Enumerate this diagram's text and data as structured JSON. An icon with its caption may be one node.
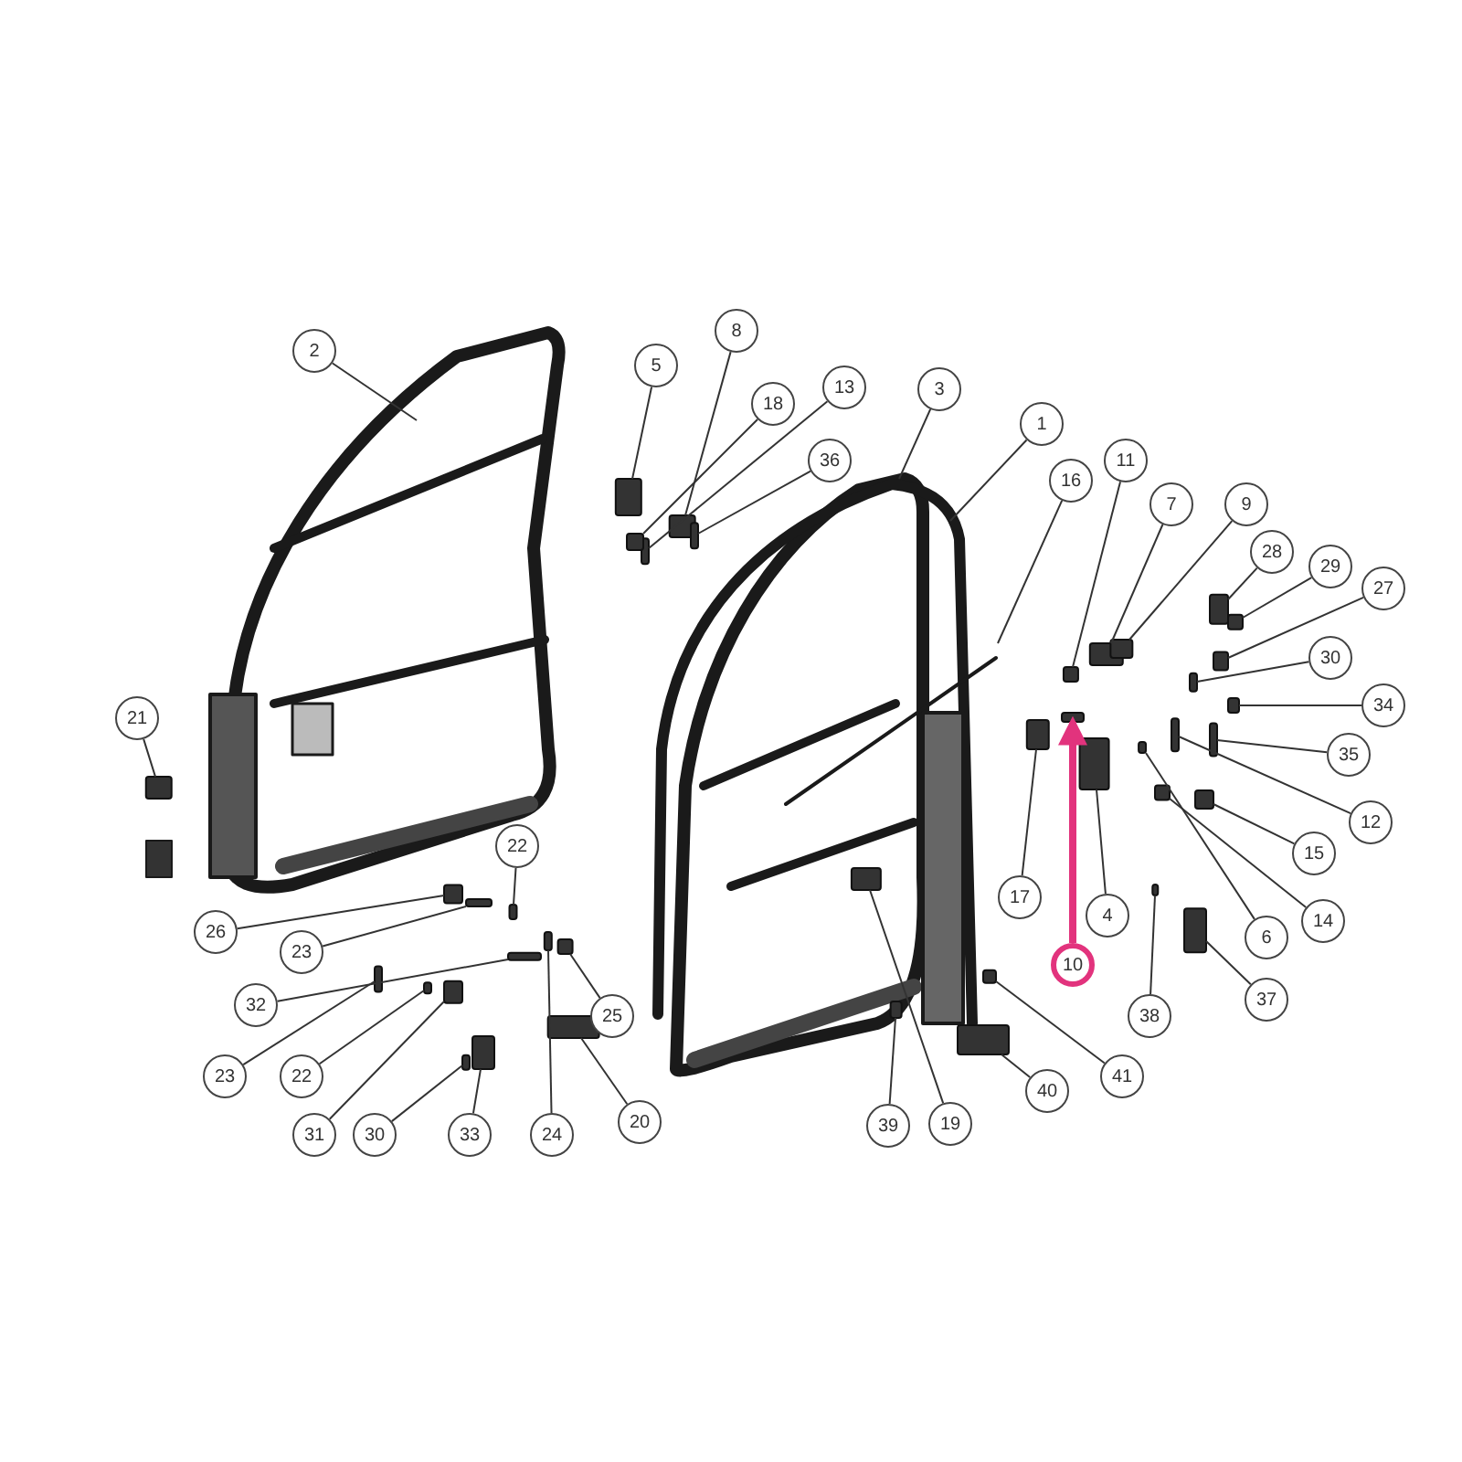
{
  "diagram": {
    "nodes": [
      {
        "text": [
          "8"
        ]
      },
      {
        "text": [
          "2"
        ]
      },
      {
        "text": [
          "5"
        ]
      },
      {
        "text": [
          "13"
        ]
      },
      {
        "text": [
          "3"
        ]
      },
      {
        "text": [
          "18"
        ]
      },
      {
        "text": [
          "1"
        ]
      },
      {
        "text": [
          "36"
        ]
      },
      {
        "text": [
          "11"
        ]
      },
      {
        "text": [
          "16"
        ]
      },
      {
        "text": [
          "7"
        ]
      },
      {
        "text": [
          "9"
        ]
      },
      {
        "text": [
          "28"
        ]
      },
      {
        "text": [
          "29"
        ]
      },
      {
        "text": [
          "27"
        ]
      },
      {
        "text": [
          "30"
        ]
      },
      {
        "text": [
          "34"
        ]
      },
      {
        "text": [
          "21"
        ]
      },
      {
        "text": [
          "35"
        ]
      },
      {
        "text": [
          "12"
        ]
      },
      {
        "text": [
          "22"
        ]
      },
      {
        "text": [
          "15"
        ]
      },
      {
        "text": [
          "14"
        ]
      },
      {
        "text": [
          "17"
        ]
      },
      {
        "text": [
          "4"
        ]
      },
      {
        "text": [
          "6"
        ]
      },
      {
        "text": [
          "26"
        ]
      },
      {
        "text": [
          "23"
        ]
      },
      {
        "text": [
          "10"
        ]
      },
      {
        "text": [
          "37"
        ]
      },
      {
        "text": [
          "32"
        ]
      },
      {
        "text": [
          "38"
        ]
      },
      {
        "text": [
          "25"
        ]
      },
      {
        "text": [
          "23"
        ]
      },
      {
        "text": [
          "22"
        ]
      },
      {
        "text": [
          "41"
        ]
      },
      {
        "text": [
          "40"
        ]
      },
      {
        "text": [
          "20"
        ]
      },
      {
        "text": [
          "19"
        ]
      },
      {
        "text": [
          "39"
        ]
      },
      {
        "text": [
          "31"
        ]
      },
      {
        "text": [
          "30"
        ]
      },
      {
        "text": [
          "33"
        ]
      },
      {
        "text": [
          "24"
        ]
      },
      {
        "text": [],
        "shape": "box"
      },
      {
        "text": [],
        "shape": "box"
      },
      {
        "text": [],
        "shape": "box"
      },
      {
        "text": [],
        "shape": "box"
      },
      {
        "text": [],
        "shape": "box"
      },
      {
        "text": [],
        "shape": "box"
      },
      {
        "text": [],
        "shape": "box"
      },
      {
        "text": [],
        "shape": "box"
      },
      {
        "text": [],
        "shape": "box"
      },
      {
        "text": [],
        "shape": "box"
      },
      {
        "text": [],
        "shape": "box"
      },
      {
        "text": [],
        "shape": "box"
      },
      {
        "text": [],
        "shape": "box"
      },
      {
        "text": [],
        "shape": "box"
      },
      {
        "text": [],
        "shape": "box"
      },
      {
        "text": [],
        "shape": "box"
      },
      {
        "text": [],
        "shape": "box"
      },
      {
        "text": [],
        "shape": "box"
      },
      {
        "text": [],
        "shape": "box"
      },
      {
        "text": [],
        "shape": "box"
      },
      {
        "text": [],
        "shape": "box"
      },
      {
        "text": [],
        "shape": "box"
      },
      {
        "text": [],
        "shape": "box"
      },
      {
        "text": [],
        "shape": "box"
      },
      {
        "text": [],
        "shape": "box"
      },
      {
        "text": [],
        "shape": "box"
      },
      {
        "text": [],
        "shape": "box"
      },
      {
        "text": [],
        "shape": "box"
      },
      {
        "text": [],
        "shape": "box"
      },
      {
        "text": [],
        "shape": "box"
      },
      {
        "text": [],
        "shape": "box"
      },
      {
        "text": [],
        "shape": "box"
      },
      {
        "text": [],
        "shape": "box"
      },
      {
        "text": [],
        "shape": "box"
      },
      {
        "text": [],
        "shape": "box"
      },
      {
        "text": [],
        "shape": "box"
      },
      {
        "text": [],
        "shape": "box"
      },
      {
        "text": [],
        "shape": "box"
      },
      {
        "text": [],
        "shape": "box"
      },
      {
        "text": [],
        "shape": "box"
      }
    ],
    "edges": [
      {
        "from": 0,
        "to": 44,
        "arrow": "none"
      },
      {
        "from": 1,
        "to": null,
        "arrow": "none"
      },
      {
        "from": 2,
        "to": 45,
        "arrow": "none"
      },
      {
        "from": 3,
        "to": 46,
        "arrow": "none"
      },
      {
        "from": 4,
        "to": null,
        "arrow": "none"
      },
      {
        "from": 5,
        "to": 47,
        "arrow": "none"
      },
      {
        "from": 6,
        "to": null,
        "arrow": "none"
      },
      {
        "from": 7,
        "to": 48,
        "arrow": "none"
      },
      {
        "from": 8,
        "to": 49,
        "arrow": "none"
      },
      {
        "from": 9,
        "to": null,
        "arrow": "none"
      },
      {
        "from": 10,
        "to": 50,
        "arrow": "none"
      },
      {
        "from": 11,
        "to": 51,
        "arrow": "none"
      },
      {
        "from": 12,
        "to": 52,
        "arrow": "none"
      },
      {
        "from": 13,
        "to": 53,
        "arrow": "none"
      },
      {
        "from": 14,
        "to": 54,
        "arrow": "none"
      },
      {
        "from": 15,
        "to": 55,
        "arrow": "none"
      },
      {
        "from": 16,
        "to": 56,
        "arrow": "none"
      },
      {
        "from": 17,
        "to": 57,
        "arrow": "none"
      },
      {
        "from": 18,
        "to": 58,
        "arrow": "none"
      },
      {
        "from": 19,
        "to": 59,
        "arrow": "none"
      },
      {
        "from": 20,
        "to": 60,
        "arrow": "none"
      },
      {
        "from": 21,
        "to": 61,
        "arrow": "none"
      },
      {
        "from": 22,
        "to": 62,
        "arrow": "none"
      },
      {
        "from": 23,
        "to": 63,
        "arrow": "none"
      },
      {
        "from": 24,
        "to": 64,
        "arrow": "none"
      },
      {
        "from": 25,
        "to": 65,
        "arrow": "none"
      },
      {
        "from": 26,
        "to": 66,
        "arrow": "none"
      },
      {
        "from": 27,
        "to": 67,
        "arrow": "none"
      },
      {
        "from": 28,
        "to": 68,
        "arrow": "to",
        "style": "thick",
        "color": "#e2337d"
      },
      {
        "from": 29,
        "to": 69,
        "arrow": "none"
      },
      {
        "from": 30,
        "to": 70,
        "arrow": "none"
      },
      {
        "from": 31,
        "to": 71,
        "arrow": "none"
      },
      {
        "from": 32,
        "to": 72,
        "arrow": "none"
      },
      {
        "from": 33,
        "to": 73,
        "arrow": "none"
      },
      {
        "from": 34,
        "to": 74,
        "arrow": "none"
      },
      {
        "from": 35,
        "to": 75,
        "arrow": "none"
      },
      {
        "from": 36,
        "to": 76,
        "arrow": "none"
      },
      {
        "from": 37,
        "to": 77,
        "arrow": "none"
      },
      {
        "from": 38,
        "to": 78,
        "arrow": "none"
      },
      {
        "from": 39,
        "to": 79,
        "arrow": "none"
      },
      {
        "from": 40,
        "to": 80,
        "arrow": "none"
      },
      {
        "from": 41,
        "to": 81,
        "arrow": "none"
      },
      {
        "from": 42,
        "to": 82,
        "arrow": "none"
      },
      {
        "from": 43,
        "to": 83,
        "arrow": "none"
      }
    ]
  }
}
